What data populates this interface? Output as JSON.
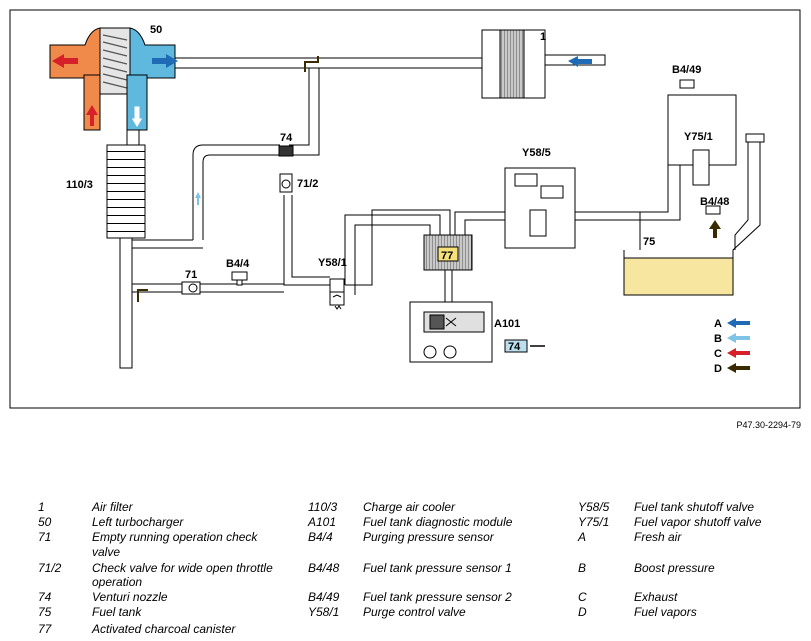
{
  "diagram": {
    "labels": {
      "c1": "1",
      "c50": "50",
      "c74": "74",
      "c71_2": "71/2",
      "c110_3": "110/3",
      "c71": "71",
      "cB4_4": "B4/4",
      "cY58_1": "Y58/1",
      "cY58_5": "Y58/5",
      "c77": "77",
      "cA101": "A101",
      "c74b": "74",
      "cB4_49": "B4/49",
      "cY75_1": "Y75/1",
      "cB4_48": "B4/48",
      "c75": "75"
    },
    "key": [
      {
        "letter": "A",
        "color": "#1f6bb5"
      },
      {
        "letter": "B",
        "color": "#7fc3e6"
      },
      {
        "letter": "C",
        "color": "#d6202a"
      },
      {
        "letter": "D",
        "color": "#3a2a00"
      }
    ],
    "colors": {
      "fresh_air": "#1f6bb5",
      "boost": "#7fc3e6",
      "exhaust": "#d6202a",
      "vapor": "#3a2a00",
      "fuel": "#f7e6a0",
      "turbo_hot": "#f08a4b",
      "turbo_cold": "#5fb8de"
    }
  },
  "figure_ref": "P47.30-2294-79",
  "legend": {
    "col1": [
      {
        "code": "1",
        "text": "Air filter"
      },
      {
        "code": "50",
        "text": "Left turbocharger"
      },
      {
        "code": "71",
        "text": "Empty running operation check valve"
      },
      {
        "code": "71/2",
        "text": "Check valve for wide open throttle operation"
      },
      {
        "code": "74",
        "text": "Venturi nozzle"
      },
      {
        "code": "75",
        "text": "Fuel tank"
      },
      {
        "code": "77",
        "text": "Activated charcoal canister"
      }
    ],
    "col2": [
      {
        "code": "110/3",
        "text": "Charge air cooler"
      },
      {
        "code": "A101",
        "text": "Fuel tank diagnostic module"
      },
      {
        "code": "B4/4",
        "text": "Purging pressure sensor"
      },
      {
        "code": "B4/48",
        "text": "Fuel tank pressure sensor 1"
      },
      {
        "code": "B4/49",
        "text": "Fuel tank pressure sensor 2"
      },
      {
        "code": "Y58/1",
        "text": "Purge control valve"
      }
    ],
    "col3": [
      {
        "code": "Y58/5",
        "text": "Fuel tank shutoff valve"
      },
      {
        "code": "Y75/1",
        "text": "Fuel vapor shutoff valve"
      },
      {
        "code": "A",
        "text": "Fresh air"
      },
      {
        "code": "B",
        "text": "Boost pressure"
      },
      {
        "code": "C",
        "text": "Exhaust"
      },
      {
        "code": "D",
        "text": "Fuel vapors"
      }
    ]
  }
}
